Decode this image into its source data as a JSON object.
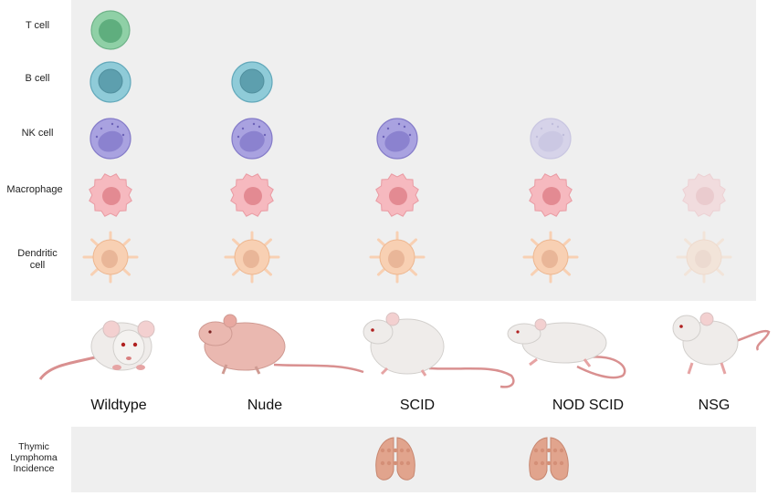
{
  "cell_types": [
    "T cell",
    "B cell",
    "NK cell",
    "Macrophage",
    "Dendritic cell"
  ],
  "dendritic_label_lines": [
    "Dendritic",
    "cell"
  ],
  "strains": [
    "Wildtype",
    "Nude",
    "SCID",
    "NOD SCID",
    "NSG"
  ],
  "thymic_label_lines": [
    "Thymic",
    "Lymphoma",
    "Incidence"
  ],
  "cell_presence": {
    "Wildtype": {
      "T cell": "present",
      "B cell": "present",
      "NK cell": "present",
      "Macrophage": "present",
      "Dendritic cell": "present"
    },
    "Nude": {
      "T cell": "absent",
      "B cell": "present",
      "NK cell": "present",
      "Macrophage": "present",
      "Dendritic cell": "present"
    },
    "SCID": {
      "T cell": "absent",
      "B cell": "absent",
      "NK cell": "present",
      "Macrophage": "present",
      "Dendritic cell": "present"
    },
    "NOD SCID": {
      "T cell": "absent",
      "B cell": "absent",
      "NK cell": "reduced",
      "Macrophage": "present",
      "Dendritic cell": "present"
    },
    "NSG": {
      "T cell": "absent",
      "B cell": "absent",
      "NK cell": "absent",
      "Macrophage": "reduced",
      "Dendritic cell": "reduced"
    }
  },
  "thymic_lymphoma": {
    "Wildtype": false,
    "Nude": false,
    "SCID": true,
    "NOD SCID": true,
    "NSG": false
  },
  "colors": {
    "panel": "#efefef",
    "t_cell": "#8fd0a6",
    "b_cell": "#8fcbd8",
    "nk_cell": "#a9a2e0",
    "macrophage": "#f6b9bf",
    "dendritic": "#f8d0b3",
    "thymus": "#e1a48d",
    "mouse_white": "#efecea",
    "mouse_nude": "#eab8b0",
    "tail": "#d99090"
  }
}
